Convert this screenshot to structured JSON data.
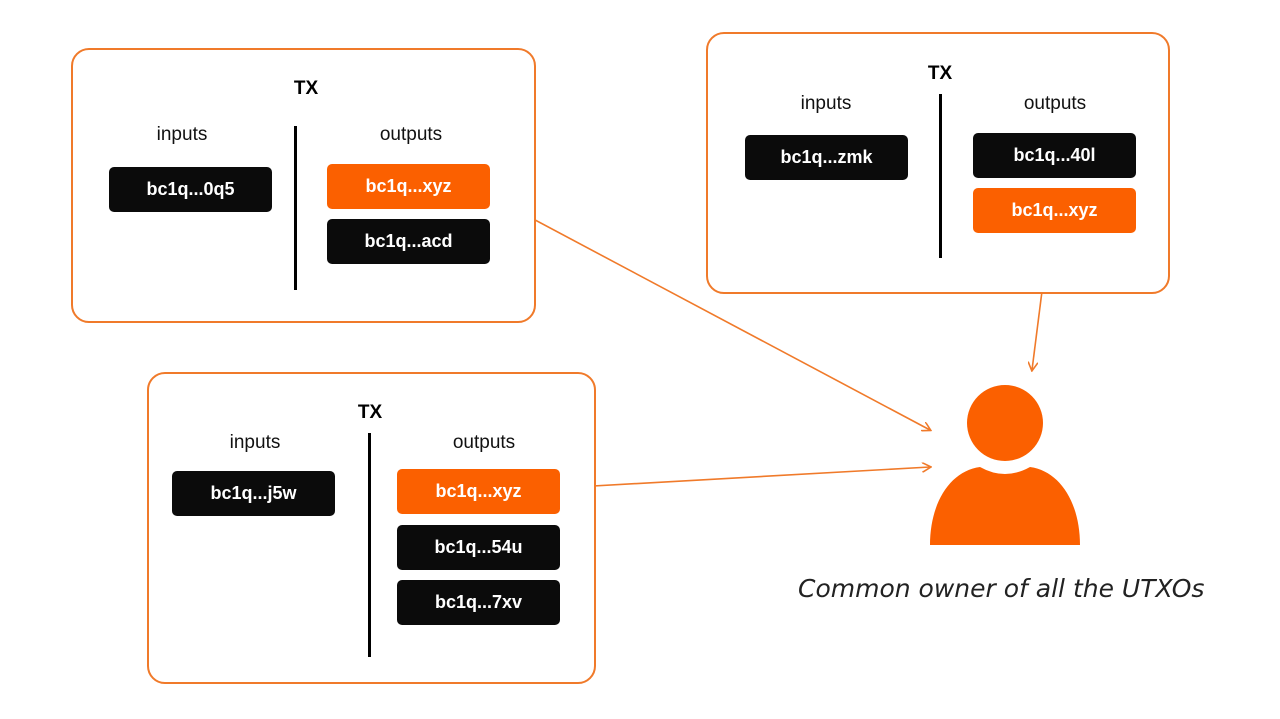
{
  "transactions": [
    {
      "title": "TX",
      "inputs_label": "inputs",
      "outputs_label": "outputs",
      "inputs": [
        "bc1q...0q5"
      ],
      "outputs": [
        {
          "address": "bc1q...xyz",
          "highlight": true
        },
        {
          "address": "bc1q...acd",
          "highlight": false
        }
      ]
    },
    {
      "title": "TX",
      "inputs_label": "inputs",
      "outputs_label": "outputs",
      "inputs": [
        "bc1q...zmk"
      ],
      "outputs": [
        {
          "address": "bc1q...40l",
          "highlight": false
        },
        {
          "address": "bc1q...xyz",
          "highlight": true
        }
      ]
    },
    {
      "title": "TX",
      "inputs_label": "inputs",
      "outputs_label": "outputs",
      "inputs": [
        "bc1q...j5w"
      ],
      "outputs": [
        {
          "address": "bc1q...xyz",
          "highlight": true
        },
        {
          "address": "bc1q...54u",
          "highlight": false
        },
        {
          "address": "bc1q...7xv",
          "highlight": false
        }
      ]
    }
  ],
  "owner": {
    "icon": "person-icon",
    "caption": "Common owner of all the UTXOs"
  },
  "colors": {
    "accent": "#fb6000",
    "border": "#f07a2a",
    "utxo_dark": "#0b0b0b"
  }
}
